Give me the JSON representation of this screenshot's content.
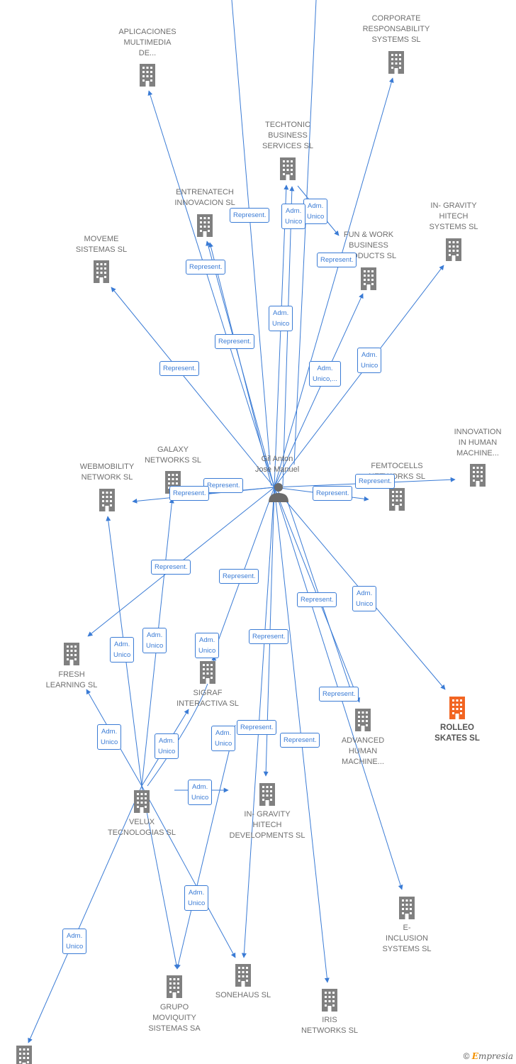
{
  "diagram": {
    "center": {
      "label": "Gil Anton\nJose Manuel"
    },
    "companies": {
      "aplicaciones": "APLICACIONES\nMULTIMEDIA\nDE...",
      "corporate": "CORPORATE\nRESPONSABILITY\nSYSTEMS SL",
      "techtonic": "TECHTONIC\nBUSINESS\nSERVICES SL",
      "entrenatech": "ENTRENATECH\nINNOVACION SL",
      "fun_work": "FUN & WORK\nBUSINESS\nPRODUCTS  SL",
      "in_gravity_hitech": "IN- GRAVITY\nHITECH\nSYSTEMS SL",
      "moveme": "MOVEME\nSISTEMAS SL",
      "innovation_human": "INNOVATION\nIN HUMAN\nMACHINE...",
      "galaxy": "GALAXY\nNETWORKS SL",
      "webmobility": "WEBMOBILITY\nNETWORK SL",
      "femtocells": "FEMTOCELLS\nNETWORKS SL",
      "fresh": "FRESH\nLEARNING SL",
      "sigraf": "SIGRAF\nINTERACTIVA SL",
      "rolleo": "ROLLEO\nSKATES  SL",
      "advanced": "ADVANCED\nHUMAN\nMACHINE...",
      "velux": "VELUX\nTECNOLOGIAS SL",
      "in_gravity_dev": "IN- GRAVITY\nHITECH\nDEVELOPMENTS SL",
      "e_inclusion": "E-\nINCLUSION\nSYSTEMS SL",
      "grupo": "GRUPO\nMOVIQUITY\nSISTEMAS SA",
      "sonehaus": "SONEHAUS SL",
      "iris": "IRIS\nNETWORKS SL"
    },
    "relations": {
      "represent": "Represent.",
      "adm_unico": "Adm.\nUnico",
      "adm_unico_more": "Adm.\nUnico,..."
    },
    "colors": {
      "edge": "#3a7bd5",
      "building": "#808080",
      "building_highlight": "#f26522",
      "person": "#6b6b6b"
    }
  },
  "brand": {
    "symbol": "©",
    "initial": "E",
    "rest": "mpresia"
  }
}
